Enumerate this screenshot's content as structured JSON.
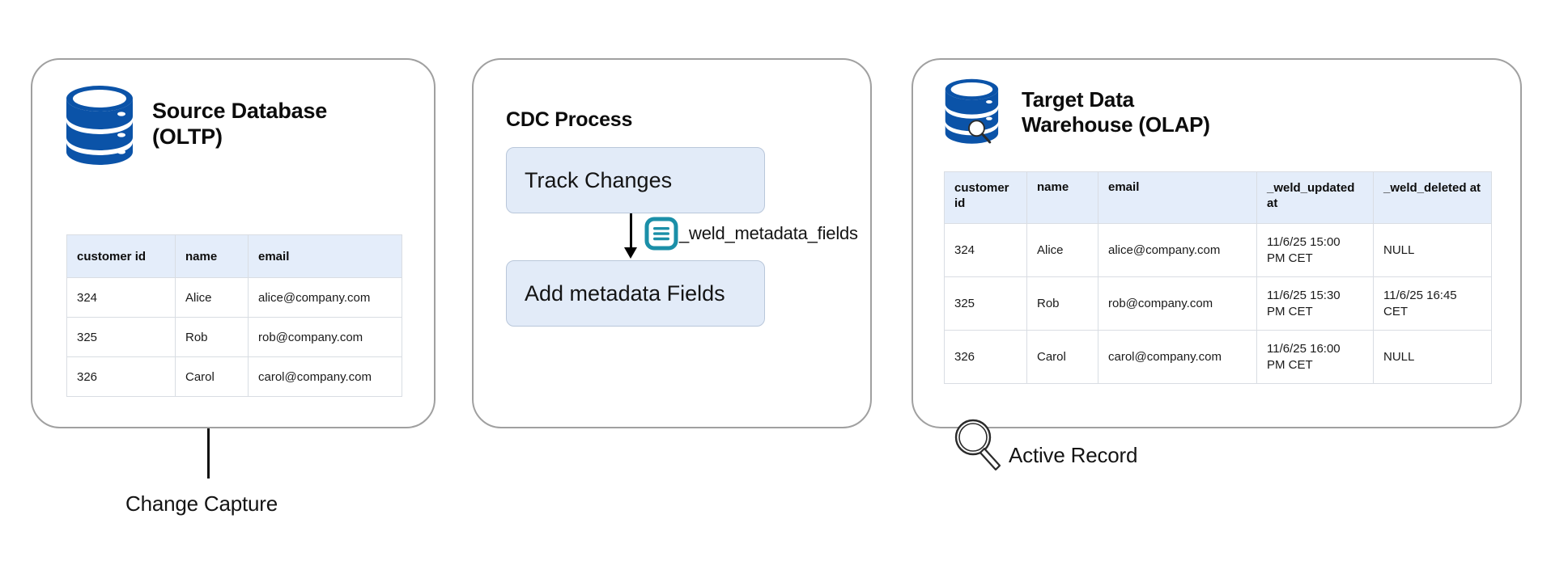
{
  "diagram": {
    "title": "CDC pipeline: source OLTP to target OLAP warehouse"
  },
  "colors": {
    "db_blue": "#0b53a8",
    "box_fill": "#e2ebf8",
    "box_border": "#b9c7da",
    "table_header_fill": "#e4edfa",
    "card_border": "#a0a0a0",
    "accent_teal": "#1b8fa8",
    "text": "#141414"
  },
  "source_panel": {
    "icon": "database-icon",
    "title": "Source Database\n(OLTP)",
    "table": {
      "columns": [
        "customer id",
        "name",
        "email"
      ],
      "rows": [
        [
          "324",
          "Alice",
          "alice@company.com"
        ],
        [
          "325",
          "Rob",
          "rob@company.com"
        ],
        [
          "326",
          "Carol",
          "carol@company.com"
        ]
      ]
    }
  },
  "cdc_panel": {
    "title": "CDC Process",
    "steps": [
      {
        "label": "Track Changes"
      },
      {
        "label": "Add metadata Fields"
      }
    ],
    "metadata_badge": {
      "icon": "list-lines-icon",
      "label": "_weld_metadata_fields"
    }
  },
  "target_panel": {
    "icon": "database-search-icon",
    "title": "Target Data\nWarehouse (OLAP)",
    "table": {
      "columns": [
        "customer id",
        "name",
        "email",
        "_weld_updated at",
        "_weld_deleted at"
      ],
      "rows": [
        [
          "324",
          "Alice",
          "alice@company.com",
          "11/6/25 15:00\nPM CET",
          "NULL"
        ],
        [
          "325",
          "Rob",
          "rob@company.com",
          "11/6/25 15:30\nPM CET",
          "11/6/25 16:45\nCET"
        ],
        [
          "326",
          "Carol",
          "carol@company.com",
          "11/6/25 16:00\nPM CET",
          "NULL"
        ]
      ]
    }
  },
  "annotations": {
    "change_capture": "Change Capture",
    "active_record": "Active Record",
    "active_record_icon": "magnifier-icon"
  }
}
